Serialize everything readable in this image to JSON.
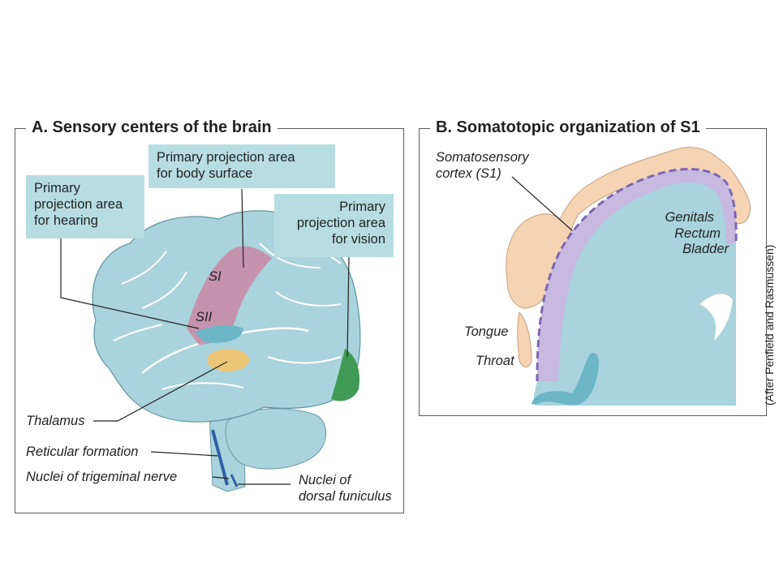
{
  "panel_a": {
    "title": "A.  Sensory centers of the brain",
    "box_hearing": [
      "Primary",
      "projection area",
      "for hearing"
    ],
    "box_body": [
      "Primary projection area",
      "for body surface"
    ],
    "box_vision": [
      "Primary",
      "projection area",
      "for vision"
    ],
    "label_s1": "SI",
    "label_s2": "SII",
    "label_thalamus": "Thalamus",
    "label_reticular": "Reticular formation",
    "label_trigeminal": "Nuclei of trigeminal nerve",
    "label_dorsal": [
      "Nuclei of",
      "dorsal funiculus"
    ],
    "colors": {
      "brain": "#a9d3dd",
      "body_area": "#c98ca8",
      "hearing_area": "#6cb6c8",
      "vision_area": "#3f9a54",
      "thalamus": "#f2c46a",
      "label_box": "#b7dde3"
    }
  },
  "panel_b": {
    "title": "B.  Somatotopic organization of S1",
    "label_cortex": [
      "Somatosensory",
      "cortex (S1)"
    ],
    "label_genitals": "Genitals",
    "label_rectum": "Rectum",
    "label_bladder": "Bladder",
    "label_tongue": "Tongue",
    "label_throat": "Throat",
    "credit": "(After Penfield and Rasmussen)",
    "colors": {
      "cortex": "#c7b9e0",
      "hemisphere": "#a9d3dd",
      "homunculus": "#f5d3b3",
      "dash": "#7d66b0"
    }
  }
}
